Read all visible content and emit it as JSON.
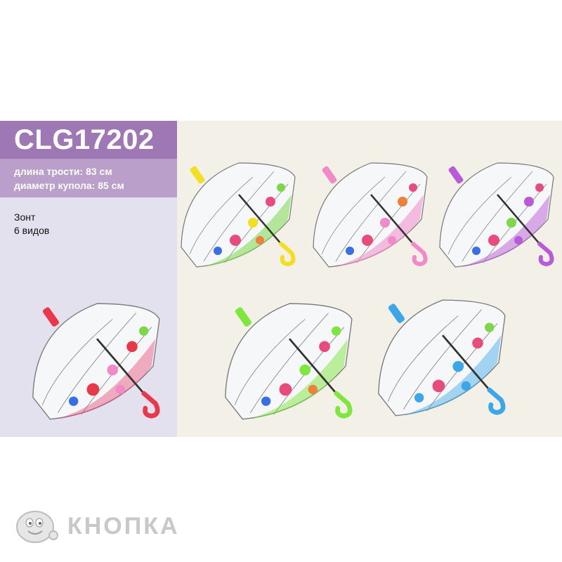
{
  "header": {
    "sku": "CLG17202",
    "spec_cane_length": "длина трости: 83 см",
    "spec_canopy_diameter": "диаметр купола: 85 см"
  },
  "description": {
    "line1": "Зонт",
    "line2": "6 видов"
  },
  "umbrellas": [
    {
      "variant": "yellow",
      "accent": "#f2e020"
    },
    {
      "variant": "pink",
      "accent": "#f08ac8"
    },
    {
      "variant": "purple",
      "accent": "#b75bd6"
    },
    {
      "variant": "red",
      "accent": "#e8384a"
    },
    {
      "variant": "green",
      "accent": "#7ee63c"
    },
    {
      "variant": "blue",
      "accent": "#3ba7e8"
    }
  ],
  "brand": {
    "name": "КНОПКА",
    "mascot_icon": "button-mascot-icon"
  }
}
